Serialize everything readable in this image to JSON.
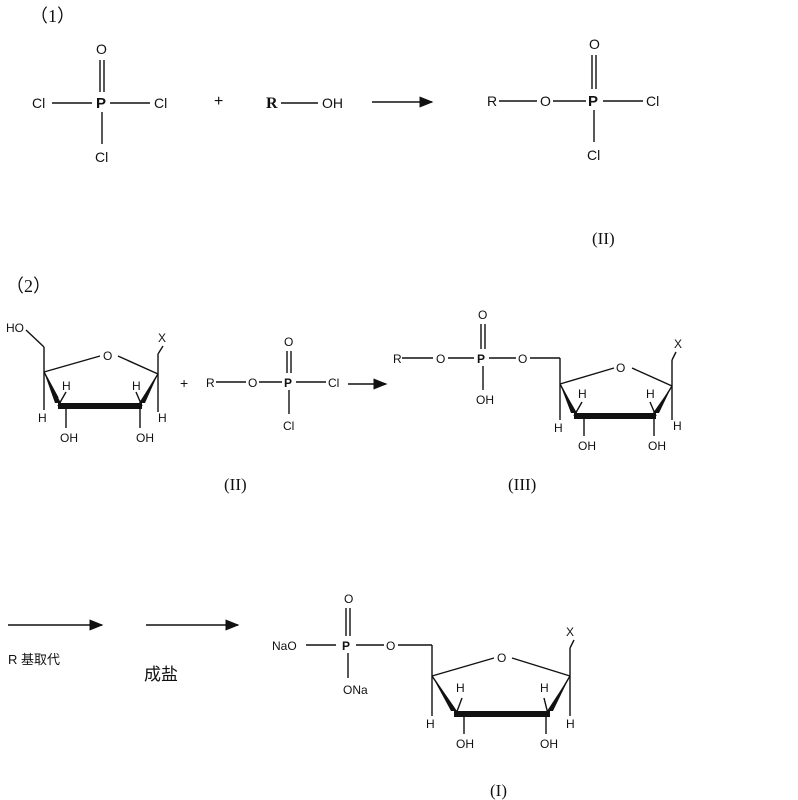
{
  "step1": {
    "label": "（1）",
    "pocl3": {
      "p": "P",
      "o": "O",
      "cl_left": "Cl",
      "cl_right": "Cl",
      "cl_bottom": "Cl"
    },
    "plus": "+",
    "roh": {
      "r": "R",
      "oh": "OH"
    },
    "product": {
      "r": "R",
      "o_ester": "O",
      "p": "P",
      "o": "O",
      "cl_right": "Cl",
      "cl_bottom": "Cl"
    },
    "product_label": "(II)"
  },
  "step2": {
    "label": "（2）",
    "sugar": {
      "ho": "HO",
      "ring_o": "O",
      "x": "X",
      "h1": "H",
      "h2": "H",
      "h3": "H",
      "h4": "H",
      "oh1": "OH",
      "oh2": "OH"
    },
    "plus": "+",
    "reagent": {
      "r": "R",
      "o_ester": "O",
      "p": "P",
      "o": "O",
      "cl_right": "Cl",
      "cl_bottom": "Cl"
    },
    "reagent_label": "(II)",
    "product": {
      "r": "R",
      "o_ester": "O",
      "p": "P",
      "o": "O",
      "oh": "OH",
      "o_link": "O",
      "ring_o": "O",
      "x": "X",
      "h1": "H",
      "h2": "H",
      "h3": "H",
      "h4": "H",
      "oh1": "OH",
      "oh2": "OH"
    },
    "product_label": "(III)"
  },
  "step3": {
    "arrow1_label": "R 基取代",
    "arrow2_label": "成盐",
    "product": {
      "na_o": "NaO",
      "p": "P",
      "o": "O",
      "ona": "ONa",
      "o_link": "O",
      "ring_o": "O",
      "x": "X",
      "h1": "H",
      "h2": "H",
      "h3": "H",
      "h4": "H",
      "oh1": "OH",
      "oh2": "OH"
    },
    "product_label": "(I)"
  }
}
